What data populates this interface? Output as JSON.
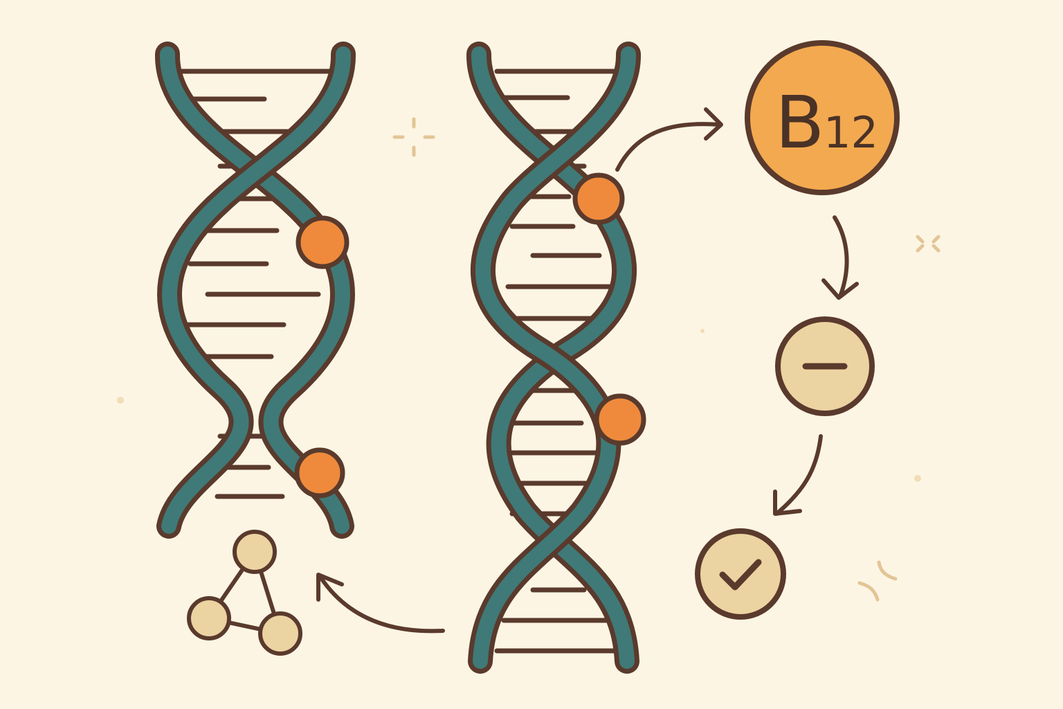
{
  "colors": {
    "background": "#fdf5e4",
    "outline": "#5a3a2c",
    "strand": "#3f7a78",
    "methyl_mark": "#ef8a3c",
    "vitamin_badge": "#f3a950",
    "status_circle": "#ecd3a2",
    "molecule_node": "#ecd3a2",
    "sparkle": "#e3c596"
  },
  "vitamin_badge": {
    "letter": "B",
    "number": "12",
    "icon": "vitamin-b12-badge"
  },
  "flow_steps": [
    {
      "icon": "dna-helix-with-methyl-marks"
    },
    {
      "icon": "vitamin-b12-badge"
    },
    {
      "icon": "minus-icon"
    },
    {
      "icon": "check-icon"
    },
    {
      "icon": "molecule-icon"
    }
  ]
}
